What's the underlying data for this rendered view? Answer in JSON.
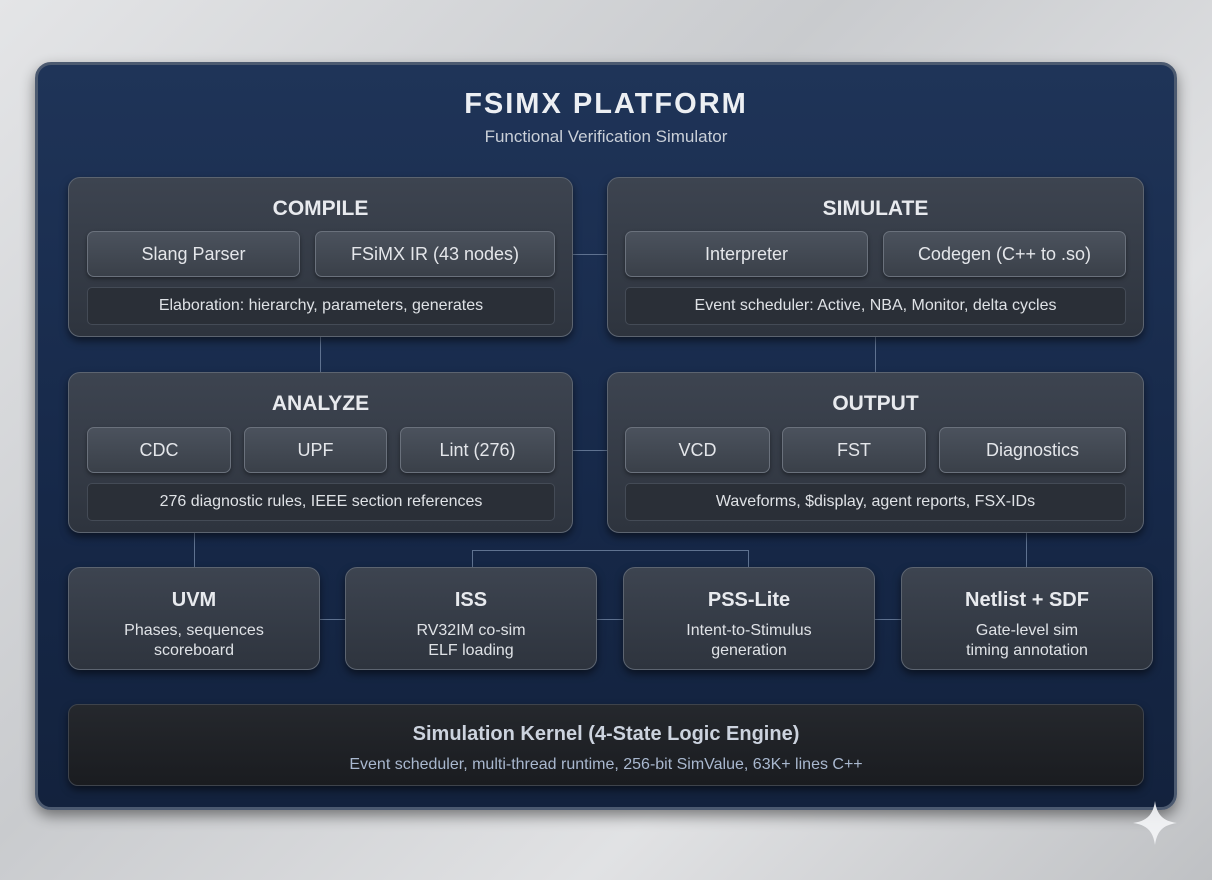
{
  "header": {
    "title": "FSIMX PLATFORM",
    "subtitle": "Functional Verification Simulator"
  },
  "compile": {
    "title": "COMPILE",
    "items": [
      "Slang Parser",
      "FSiMX IR (43 nodes)"
    ],
    "detail": "Elaboration: hierarchy, parameters, generates"
  },
  "simulate": {
    "title": "SIMULATE",
    "items": [
      "Interpreter",
      "Codegen (C++ to .so)"
    ],
    "detail": "Event scheduler: Active, NBA, Monitor, delta cycles"
  },
  "analyze": {
    "title": "ANALYZE",
    "items": [
      "CDC",
      "UPF",
      "Lint (276)"
    ],
    "detail": "276 diagnostic rules, IEEE section references"
  },
  "output": {
    "title": "OUTPUT",
    "items": [
      "VCD",
      "FST",
      "Diagnostics"
    ],
    "detail": "Waveforms, $display, agent reports, FSX-IDs"
  },
  "modules": [
    {
      "title": "UVM",
      "line1": "Phases, sequences",
      "line2": "scoreboard"
    },
    {
      "title": "ISS",
      "line1": "RV32IM co-sim",
      "line2": "ELF loading"
    },
    {
      "title": "PSS-Lite",
      "line1": "Intent-to-Stimulus",
      "line2": "generation"
    },
    {
      "title": "Netlist + SDF",
      "line1": "Gate-level sim",
      "line2": "timing annotation"
    }
  ],
  "kernel": {
    "title": "Simulation Kernel (4-State Logic Engine)",
    "detail": "Event scheduler, multi-thread runtime, 256-bit SimValue, 63K+ lines C++"
  }
}
